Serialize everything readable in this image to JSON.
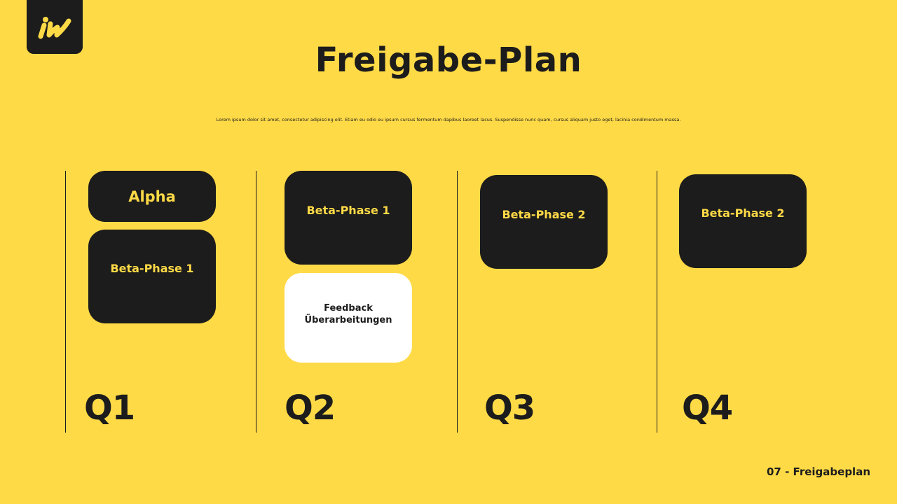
{
  "title": "Freigabe-Plan",
  "subtitle": "Lorem ipsum dolor sit amet, consectetur adipiscing elit. Etiam eu odio eu ipsum cursus fermentum dapibus laoreet lacus. Suspendisse nunc quam, cursus aliquam justo eget, lacinia condimentum massa.",
  "colors": {
    "background": "#FFDA47",
    "card_dark": "#1c1c1c",
    "card_text": "#FFDA47",
    "card_light": "#ffffff"
  },
  "logo": {
    "icon": "iw-logo-icon"
  },
  "quarters": [
    {
      "label": "Q1"
    },
    {
      "label": "Q2"
    },
    {
      "label": "Q3"
    },
    {
      "label": "Q4"
    }
  ],
  "cards": {
    "q1_alpha": "Alpha",
    "q1_beta": "Beta-Phase 1",
    "q2_beta": "Beta-Phase 1",
    "q2_feedback": "Feedback\nÜberarbeitungen",
    "q3_beta": "Beta-Phase 2",
    "q4_beta": "Beta-Phase 2"
  },
  "footer": "07 - Freigabeplan"
}
